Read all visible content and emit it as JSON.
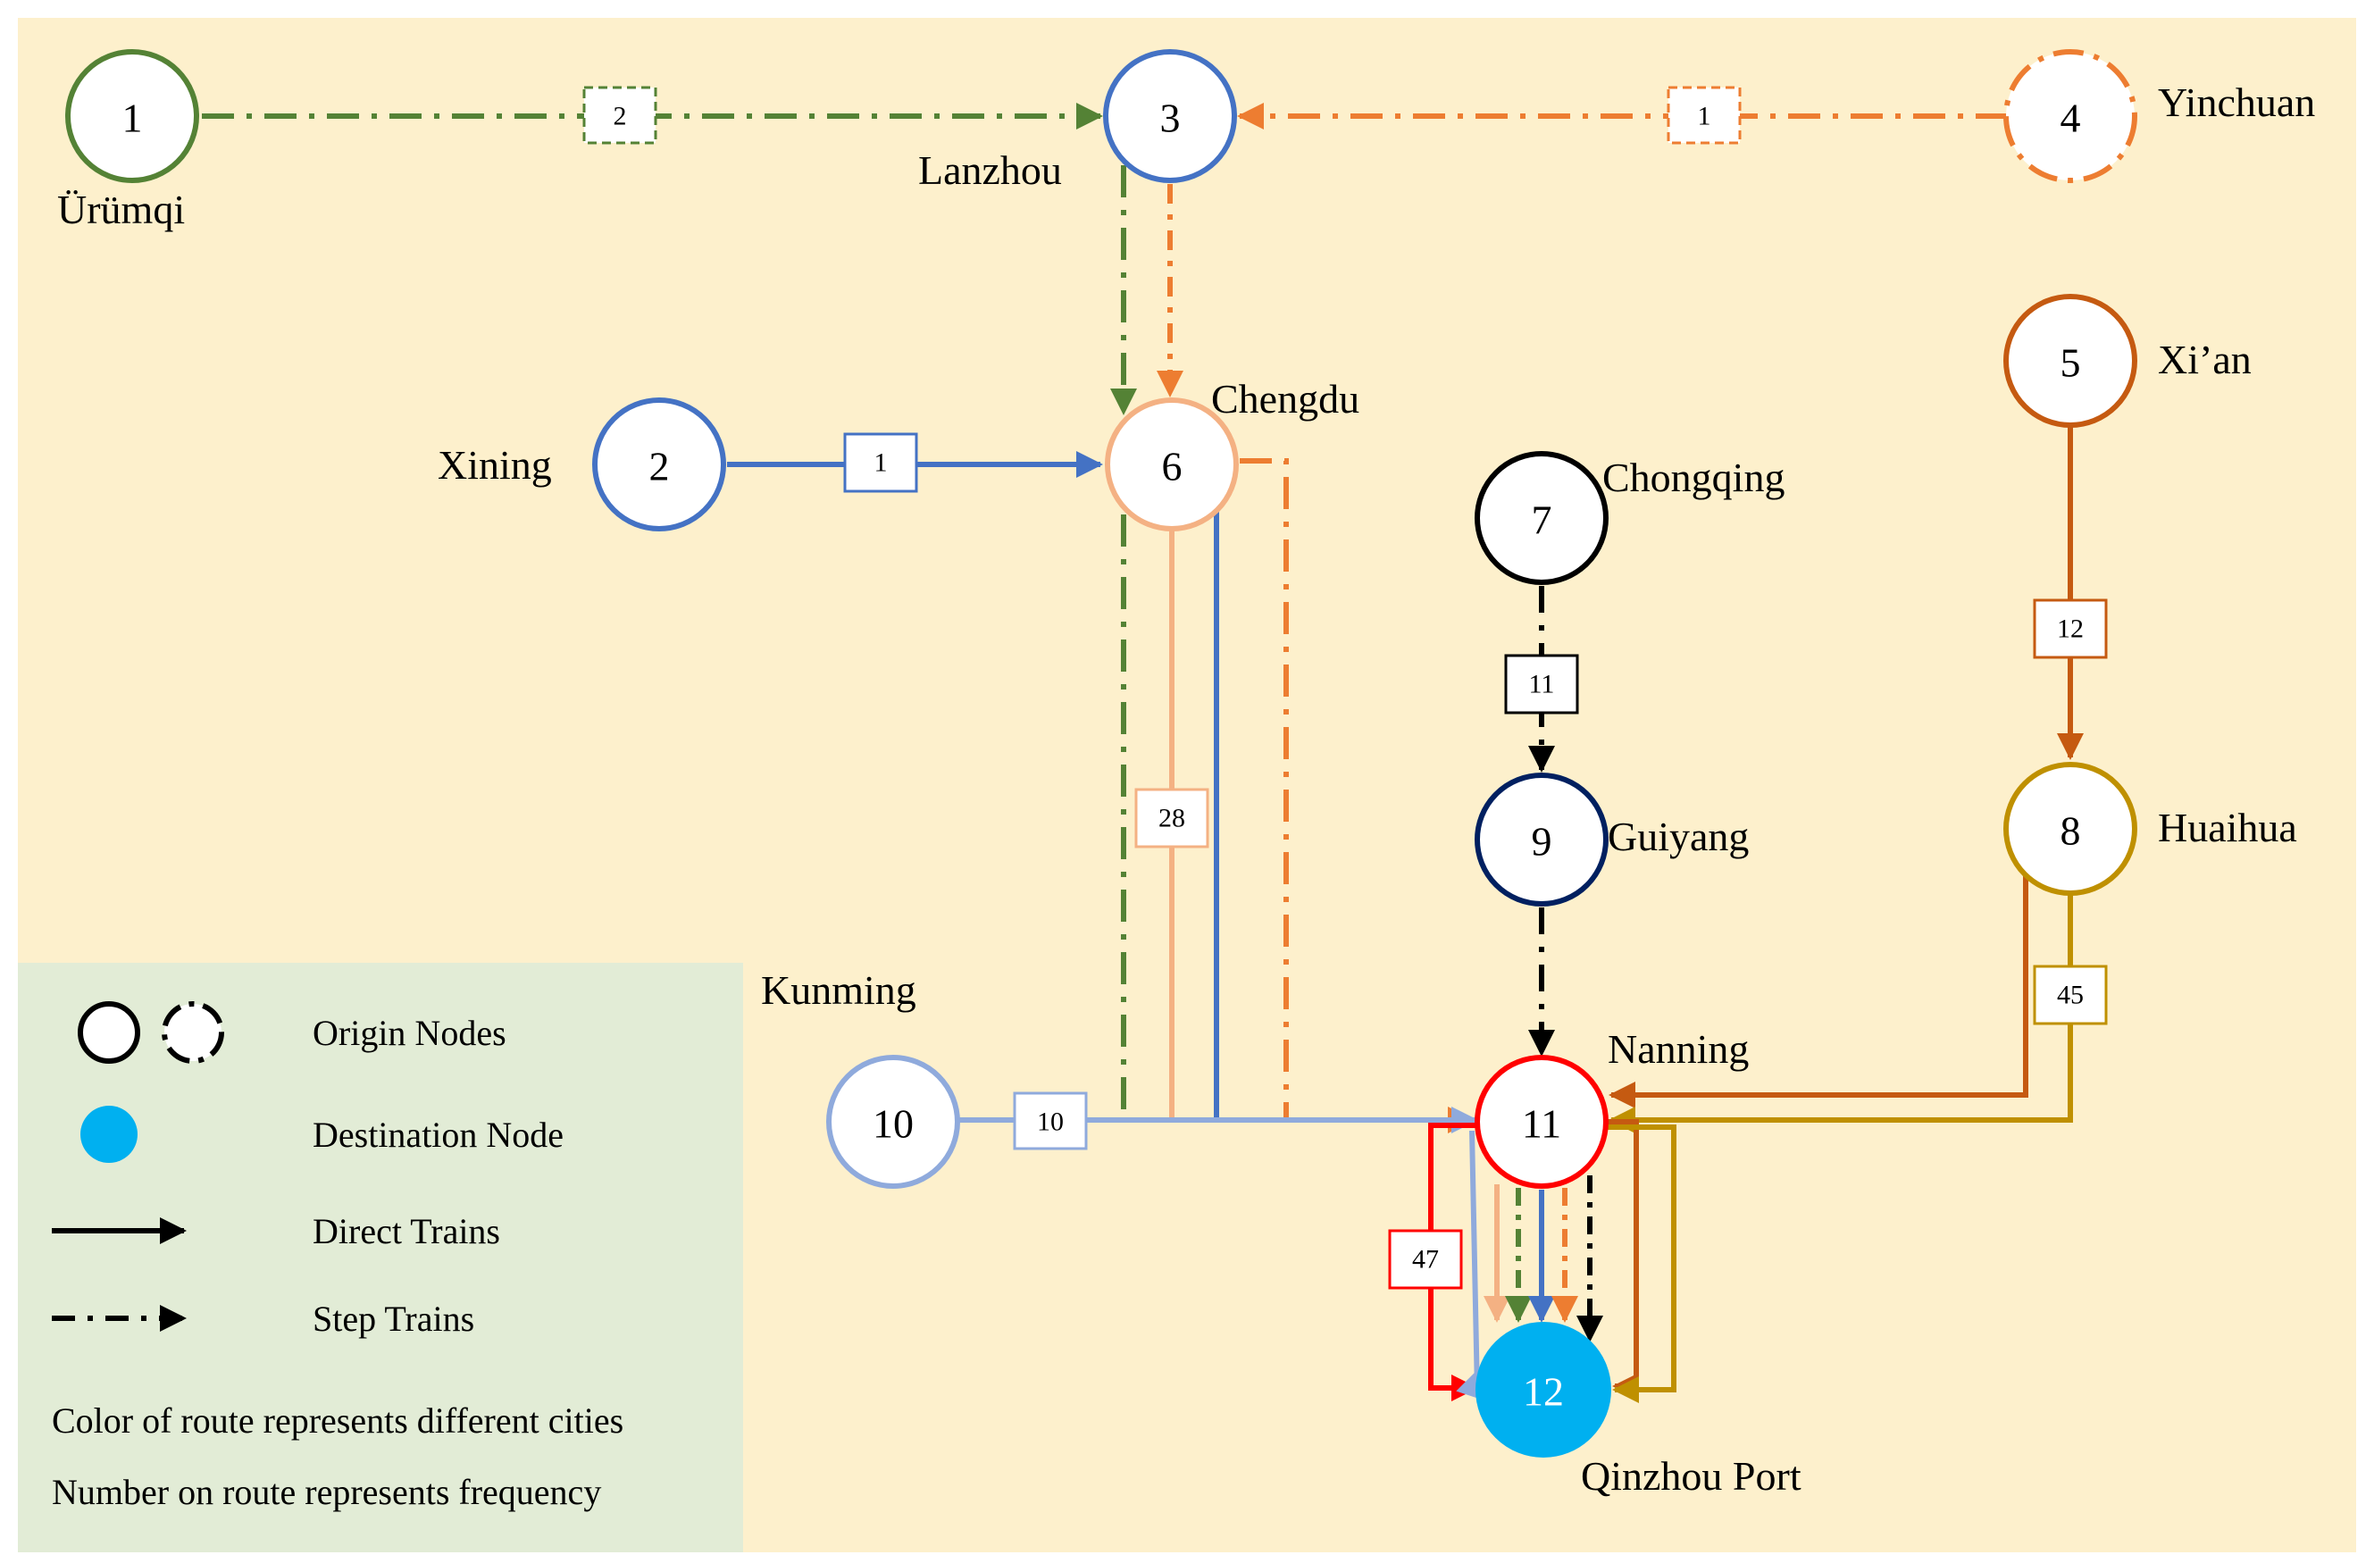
{
  "colors": {
    "background": "#fdf0cc",
    "legend_bg": "#e2ecd6",
    "urumqi": "#548235",
    "blue": "#4472c4",
    "orange": "#ed7d31",
    "peach": "#f4b183",
    "black": "#000000",
    "navy": "#002060",
    "brown": "#c55a11",
    "gold": "#bf9000",
    "light_blue": "#8faadc",
    "red": "#ff0000",
    "destination": "#00b0f0"
  },
  "nodes": [
    {
      "id": "1",
      "city": "Ürümqi",
      "role": "origin",
      "line": "solid",
      "color": "urumqi"
    },
    {
      "id": "2",
      "city": "Xining",
      "role": "origin",
      "line": "solid",
      "color": "blue"
    },
    {
      "id": "3",
      "city": "Lanzhou",
      "role": "origin",
      "line": "solid",
      "color": "blue"
    },
    {
      "id": "4",
      "city": "Yinchuan",
      "role": "origin",
      "line": "dashed",
      "color": "orange"
    },
    {
      "id": "5",
      "city": "Xi’an",
      "role": "origin",
      "line": "solid",
      "color": "brown"
    },
    {
      "id": "6",
      "city": "Chengdu",
      "role": "origin",
      "line": "solid",
      "color": "peach"
    },
    {
      "id": "7",
      "city": "Chongqing",
      "role": "origin",
      "line": "solid",
      "color": "black"
    },
    {
      "id": "8",
      "city": "Huaihua",
      "role": "origin",
      "line": "solid",
      "color": "gold"
    },
    {
      "id": "9",
      "city": "Guiyang",
      "role": "origin",
      "line": "solid",
      "color": "navy"
    },
    {
      "id": "10",
      "city": "Kunming",
      "role": "origin",
      "line": "solid",
      "color": "light_blue"
    },
    {
      "id": "11",
      "city": "Nanning",
      "role": "origin",
      "line": "solid",
      "color": "red"
    },
    {
      "id": "12",
      "city": "Qinzhou Port",
      "role": "destination",
      "line": "filled",
      "color": "destination"
    }
  ],
  "routes": [
    {
      "from": "1",
      "to": "3",
      "frequency": "2",
      "type": "step",
      "color": "urumqi"
    },
    {
      "from": "4",
      "to": "3",
      "frequency": "1",
      "type": "step",
      "color": "orange"
    },
    {
      "from": "2",
      "to": "6",
      "frequency": "1",
      "type": "direct",
      "color": "blue"
    },
    {
      "from": "6",
      "to": "11",
      "frequency": "28",
      "type": "direct",
      "color": "peach"
    },
    {
      "from": "7",
      "to": "9",
      "frequency": "11",
      "type": "step",
      "color": "black"
    },
    {
      "from": "5",
      "to": "8",
      "frequency": "12",
      "type": "direct",
      "color": "brown"
    },
    {
      "from": "8",
      "to": "11",
      "frequency": "45",
      "type": "direct",
      "color": "gold"
    },
    {
      "from": "10",
      "to": "11",
      "frequency": "10",
      "type": "direct",
      "color": "light_blue"
    },
    {
      "from": "11",
      "to": "12",
      "frequency": "47",
      "type": "direct",
      "color": "red"
    }
  ],
  "legend": {
    "origin_nodes": "Origin Nodes",
    "destination_node": "Destination Node",
    "direct_trains": "Direct Trains",
    "step_trains": "Step Trains",
    "note_color": "Color of route represents different cities",
    "note_number": "Number on route represents frequency"
  }
}
